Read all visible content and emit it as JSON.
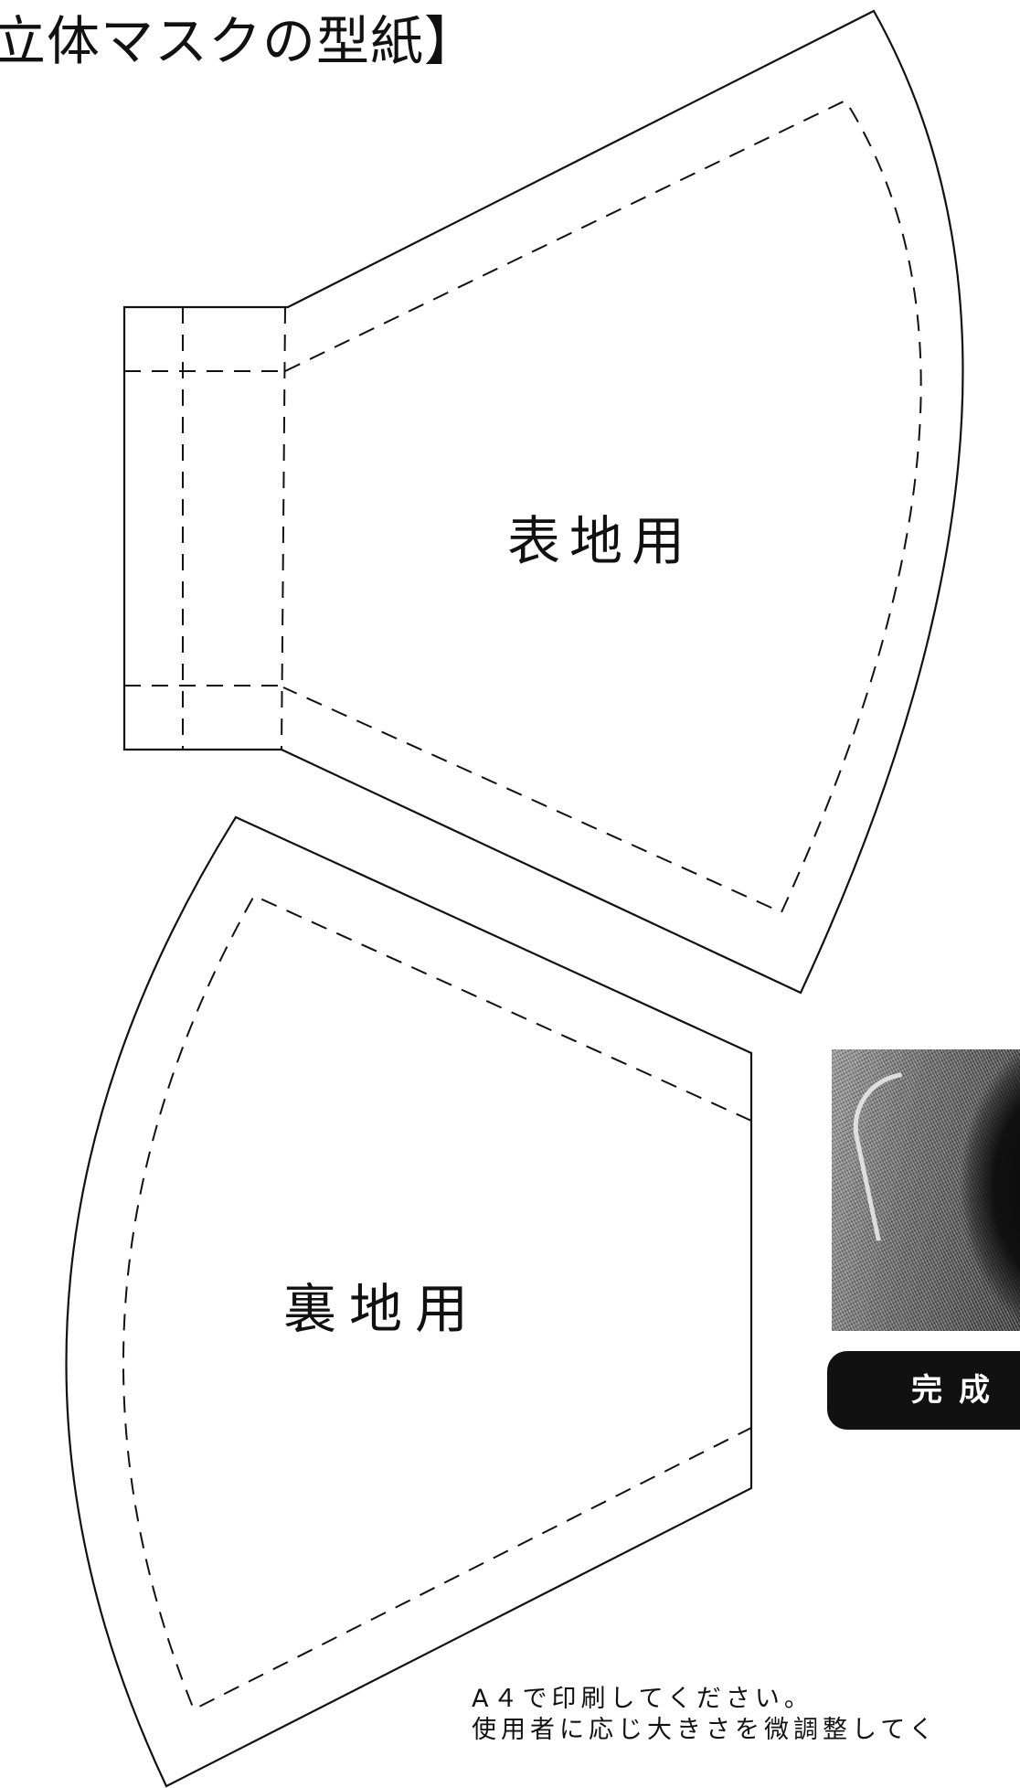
{
  "page": {
    "title": "立体マスクの型紙】",
    "front_piece_label": "表地用",
    "back_piece_label": "裏地用",
    "finished_badge": "完成",
    "notes": [
      "A４で印刷してください。",
      "使用者に応じ大きさを微調整してく"
    ]
  },
  "colors": {
    "line": "#111111",
    "badge_background": "#111111",
    "badge_text": "#ffffff",
    "background": "#ffffff"
  },
  "icons": {
    "photo": "finished-mask-photo"
  }
}
